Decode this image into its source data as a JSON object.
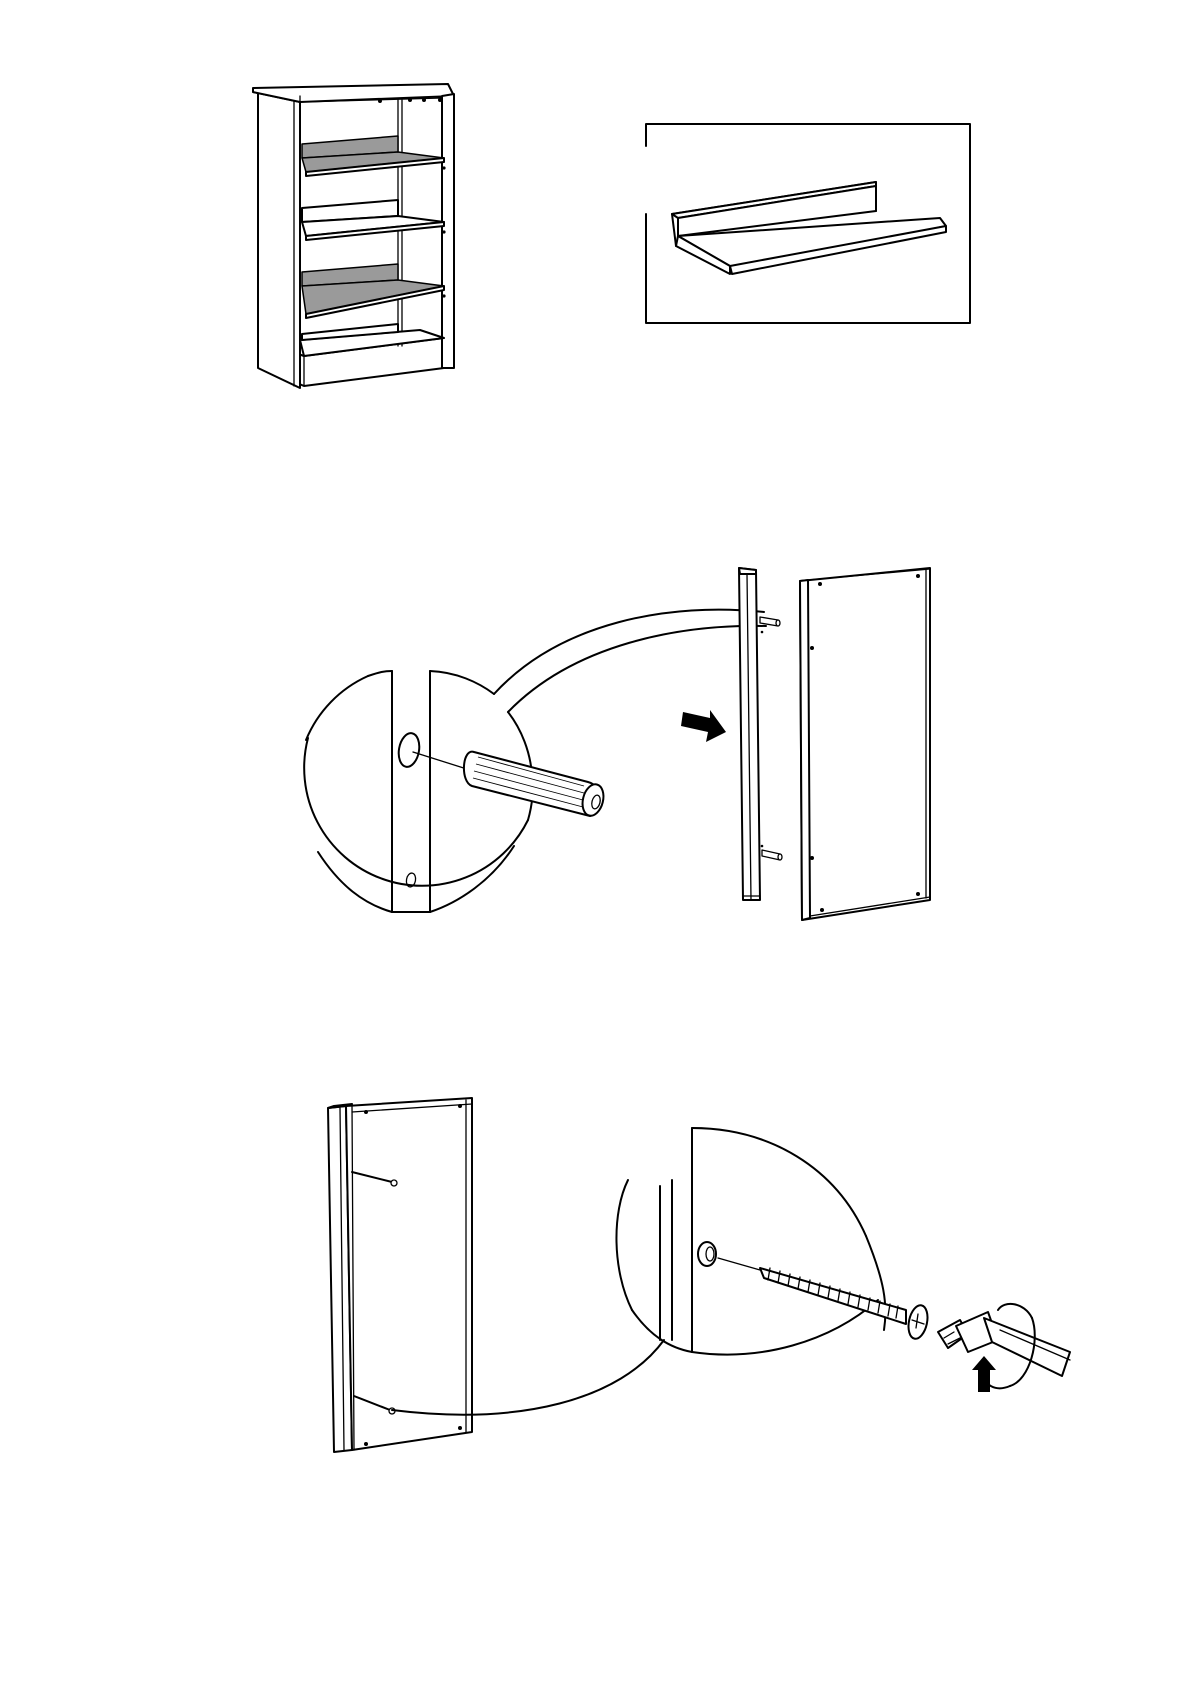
{
  "document": {
    "type": "assembly-instructions",
    "text_labels": []
  },
  "colors": {
    "line": "#000000",
    "background": "#ffffff",
    "highlight_part": "#9a9a9a"
  },
  "steps": [
    {
      "name": "overview",
      "icons": [
        "bookcase-icon",
        "shelf-part-icon"
      ]
    },
    {
      "name": "insert-dowels",
      "icons": [
        "dowel-detail-icon",
        "push-arrow-icon"
      ]
    },
    {
      "name": "fasten-screws",
      "icons": [
        "screw-detail-icon",
        "rotate-arrow-icon"
      ]
    }
  ]
}
